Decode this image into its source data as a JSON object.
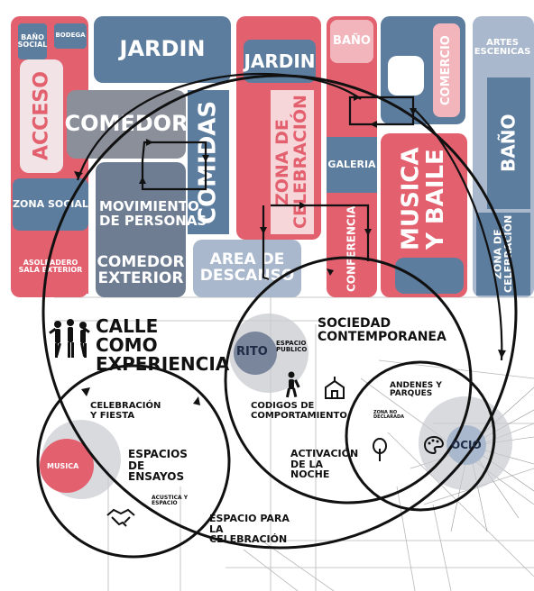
{
  "zones": {
    "bano_social": "BAÑO SOCIAL",
    "bodega": "BODEGA",
    "jardin_left": "JARDIN",
    "jardin_mid": "JARDIN",
    "bano_top": "BAÑO",
    "comercio": "COMERCIO",
    "artes_escenicas": "ARTES ESCENICAS",
    "acceso": "ACCESO",
    "comedor": "COMEDOR",
    "comidas": "COMIDAS",
    "zona_celebracion": "ZONA DE CELEBRACIÓN",
    "galeria": "GALERIA",
    "musica_baile": "MUSICA Y BAILE",
    "bano_right": "BAÑO",
    "zona_social": "ZONA SOCIAL",
    "movimiento": "MOVIMIENTO DE PERSONAS",
    "area_descanso": "AREA DE DESCANSO",
    "conferencia": "CONFERENCIA",
    "zona_celebracion_right": "ZONA DE CELEBRACIÓN",
    "asoleadero": "ASOLEADERO SALA EXTERIOR",
    "comedor_exterior": "COMEDOR EXTERIOR"
  },
  "concepts": {
    "calle": "CALLE COMO EXPERIENCIA",
    "sociedad": "SOCIEDAD CONTEMPORANEA",
    "rito": "RITO",
    "espacio_publico": "ESPACIO PUBLICO",
    "codigos": "CODIGOS DE COMPORTAMIENTO",
    "andenes": "ANDENES Y PARQUES",
    "zona_no_declarada": "ZONA NO DECLARADA",
    "ocio": "OCIO",
    "celebracion_fiesta": "CELEBRACIÓN Y FIESTA",
    "musica": "MUSICA",
    "espacios_ensayos": "ESPACIOS DE ENSAYOS",
    "acustica": "ACUSTICA Y ESPACIO",
    "activacion": "ACTIVACIÓN DE LA NOCHE",
    "espacio_celebracion": "ESPACIO PARA LA CELEBRACIÓN"
  },
  "icons": [
    "people-dancing-icon",
    "walking-person-icon",
    "church-icon",
    "tree-icon",
    "palette-icon",
    "handshake-icon"
  ],
  "colors": {
    "red": "#e3606f",
    "blue": "#5d7d9f",
    "gray": "#8a8f9a",
    "pink_light": "#f2b5bb",
    "light_gray": "#c9cbd0"
  }
}
